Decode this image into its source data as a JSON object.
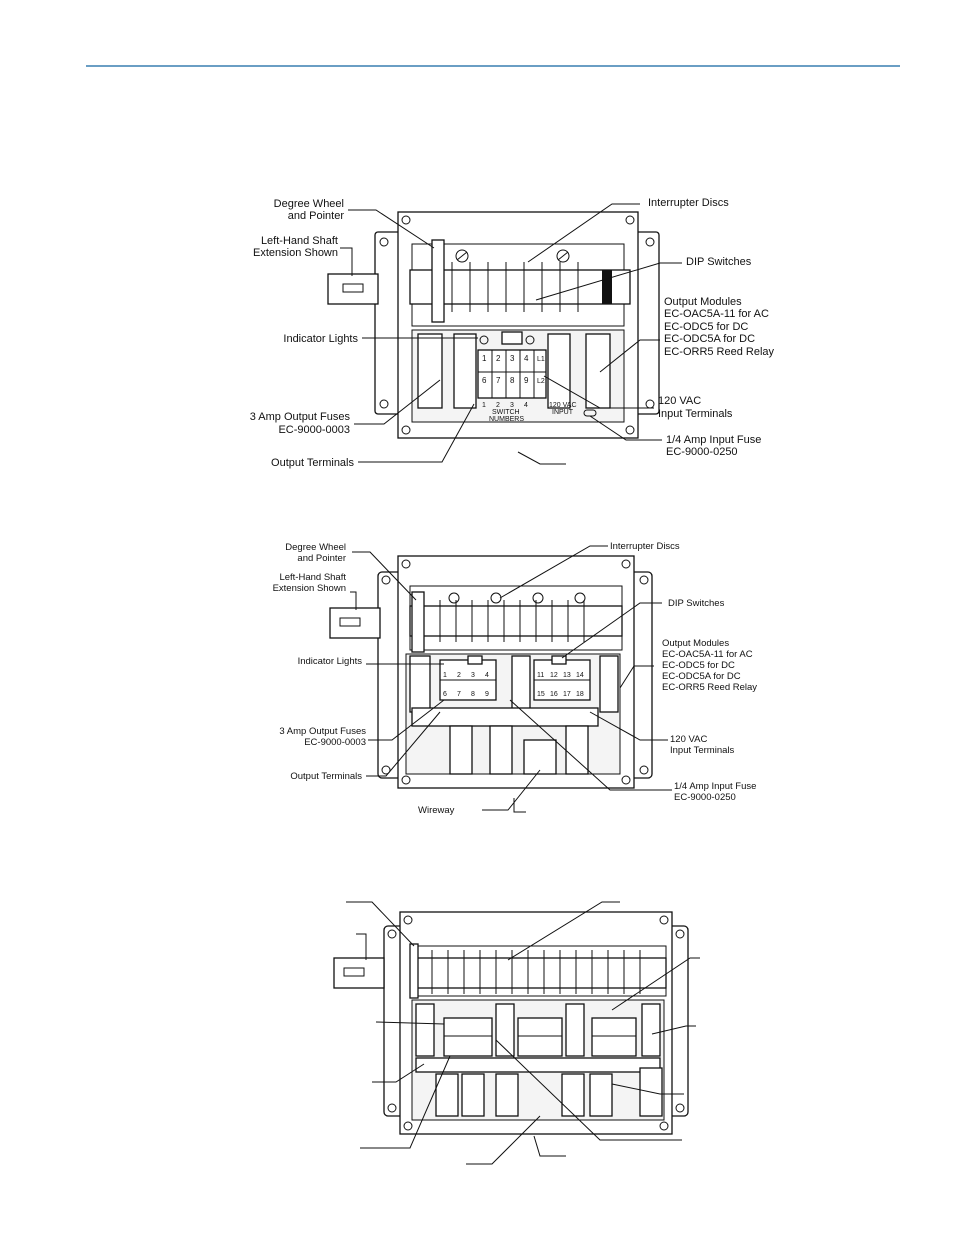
{
  "header": {
    "rule_color": "#6a9ec4"
  },
  "figure1": {
    "degree_wheel": [
      "Degree Wheel",
      "and Pointer"
    ],
    "shaft": [
      "Left-Hand Shaft",
      "Extension Shown"
    ],
    "indicator_lights": "Indicator Lights",
    "fuses": [
      "3 Amp Output Fuses",
      "EC-9000-0003"
    ],
    "output_terminals": "Output Terminals",
    "interrupter_discs": "Interrupter Discs",
    "dip_switches": "DIP Switches",
    "output_modules": [
      "Output Modules",
      "EC-OAC5A-11 for AC",
      "EC-ODC5 for DC",
      "EC-ODC5A for DC",
      "EC-ORR5 Reed Relay"
    ],
    "input_terminals": [
      "120 VAC",
      "Input Terminals"
    ],
    "input_fuse": [
      "1/4 Amp Input Fuse",
      "EC-9000-0250"
    ],
    "switch_numbers": [
      "SWITCH",
      "NUMBERS"
    ],
    "input_mark": [
      "120 VAC",
      "INPUT"
    ],
    "terminal_top": [
      "1",
      "2",
      "3",
      "4",
      "L1"
    ],
    "terminal_bottom": [
      "6",
      "7",
      "8",
      "9",
      "L2"
    ],
    "switch_idx": [
      "1",
      "2",
      "3",
      "4"
    ]
  },
  "figure2": {
    "degree_wheel": [
      "Degree Wheel",
      "and Pointer"
    ],
    "shaft": [
      "Left-Hand Shaft",
      "Extension Shown"
    ],
    "indicator_lights": "Indicator Lights",
    "fuses": [
      "3 Amp Output Fuses",
      "EC-9000-0003"
    ],
    "output_terminals": "Output Terminals",
    "wireway": "Wireway",
    "interrupter_discs": "Interrupter Discs",
    "dip_switches": "DIP Switches",
    "output_modules": [
      "Output Modules",
      "EC-OAC5A-11 for AC",
      "EC-ODC5 for DC",
      "EC-ODC5A for DC",
      "EC-ORR5 Reed Relay"
    ],
    "input_terminals": [
      "120 VAC",
      "Input Terminals"
    ],
    "input_fuse": [
      "1/4 Amp Input Fuse",
      "EC-9000-0250"
    ],
    "terminal_left_top": [
      "1",
      "2",
      "3",
      "4"
    ],
    "terminal_left_bottom": [
      "6",
      "7",
      "8",
      "9"
    ],
    "terminal_right_top": [
      "11",
      "12",
      "13",
      "14"
    ],
    "terminal_right_bottom": [
      "15",
      "16",
      "17",
      "18"
    ]
  }
}
